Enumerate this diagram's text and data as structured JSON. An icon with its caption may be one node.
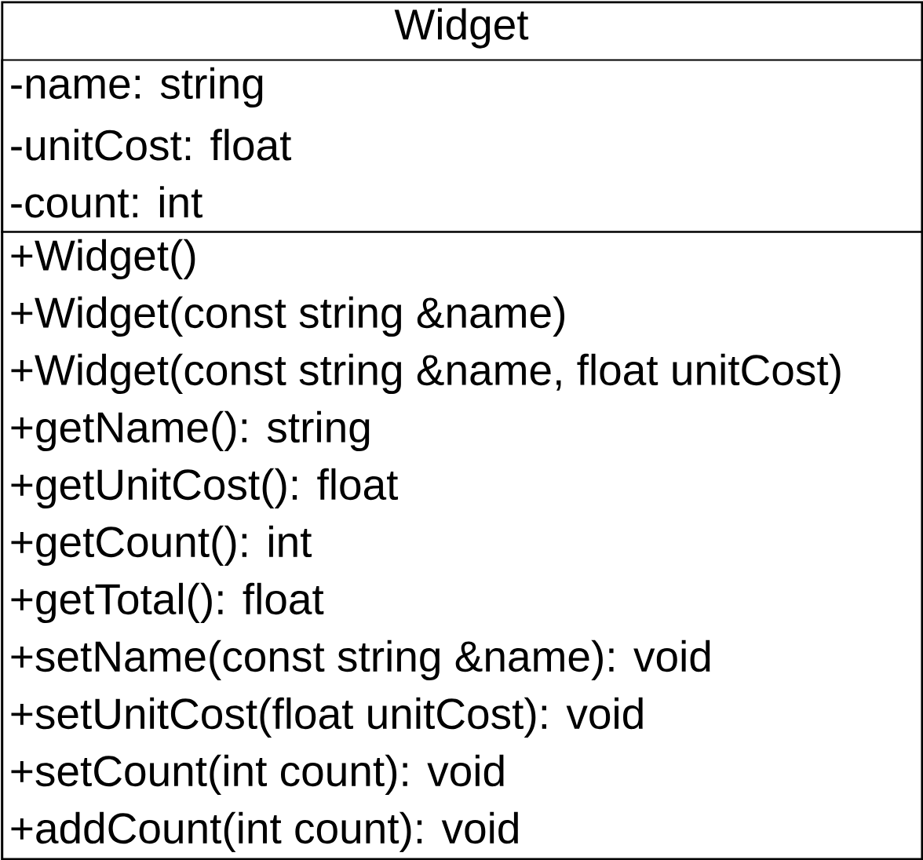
{
  "diagram": {
    "nodes": [
      {
        "text": [
          "Widget"
        ]
      },
      {
        "text": [
          "-name: string",
          "-unitCost: float",
          "-count: int"
        ],
        "in": 0
      },
      {
        "text": [
          "+Widget()",
          "+Widget(const string &name)",
          "+Widget(const string &name, float unitCost)",
          "+getName(): string",
          "+getUnitCost(): float",
          "+getCount(): int",
          "+getTotal(): float",
          "+setName(const string &name): void",
          "+setUnitCost(float unitCost): void",
          "+setCount(int count): void",
          "+addCount(int count): void"
        ],
        "in": 0
      }
    ]
  }
}
